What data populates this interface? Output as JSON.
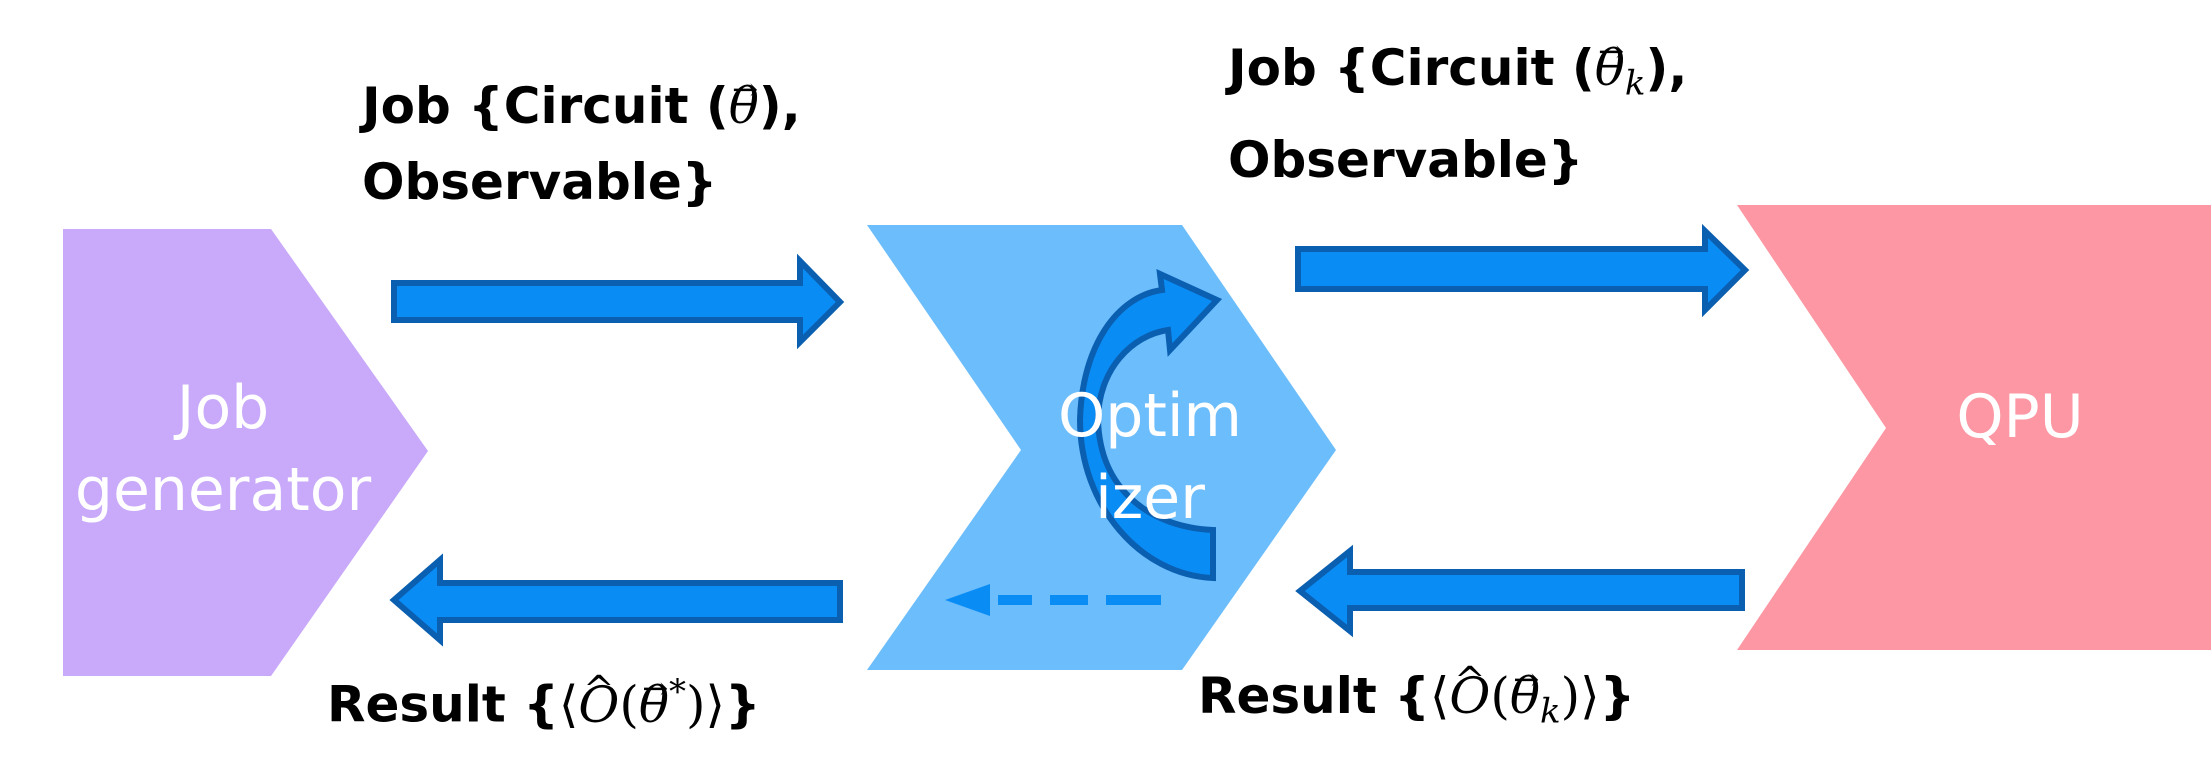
{
  "colors": {
    "job_generator": "#C8A9FA",
    "optimizer": "#6CBDFC",
    "qpu": "#FC97A3",
    "arrow_fill": "#0A8CF5",
    "arrow_edge": "#0B5FB0",
    "text": "#000000",
    "block_text": "#FFFFFF"
  },
  "blocks": {
    "job_generator": {
      "line1": "Job",
      "line2": "generator"
    },
    "optimizer": {
      "line1": "Optim",
      "line2": "izer"
    },
    "qpu": {
      "label": "QPU"
    }
  },
  "labels": {
    "job_left": {
      "line1_prefix": "Job {Circuit (",
      "theta": "θ",
      "line1_suffix": "),",
      "line2": "Observable}"
    },
    "job_right": {
      "line1_prefix": "Job {Circuit (",
      "theta": "θ",
      "sub": "k",
      "line1_suffix": "),",
      "line2": "Observable}"
    },
    "result_left": {
      "prefix": "Result {",
      "langle": "⟨",
      "op": "O",
      "open": "(",
      "theta": "θ",
      "sup": "*",
      "close": ")",
      "rangle": "⟩",
      "suffix": "}"
    },
    "result_right": {
      "prefix": "Result {",
      "langle": "⟨",
      "op": "O",
      "open": "(",
      "theta": "θ",
      "sub": "k",
      "close": ")",
      "rangle": "⟩",
      "suffix": "}"
    }
  },
  "icons": {
    "arrows": [
      "arrow-right-icon",
      "arrow-left-icon",
      "curved-loop-arrow-icon",
      "dashed-left-arrow-icon"
    ]
  }
}
